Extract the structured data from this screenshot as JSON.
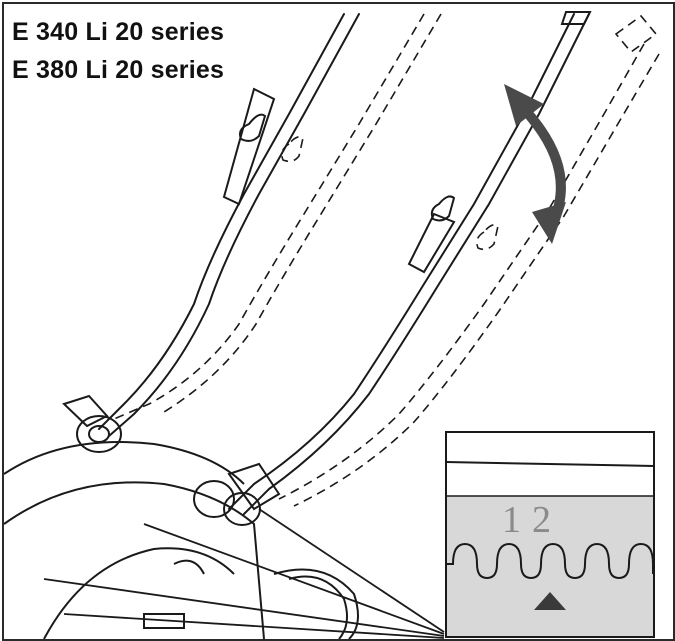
{
  "titles": [
    "E 340 Li 20 series",
    "E 380 Li 20 series"
  ],
  "inset": {
    "position_labels": [
      "1",
      "2"
    ]
  },
  "colors": {
    "line": "#1a1a1a",
    "arrow": "#4a4a4a",
    "inset_fill": "#d8d8d8",
    "label_gray": "#8a8a8a"
  }
}
